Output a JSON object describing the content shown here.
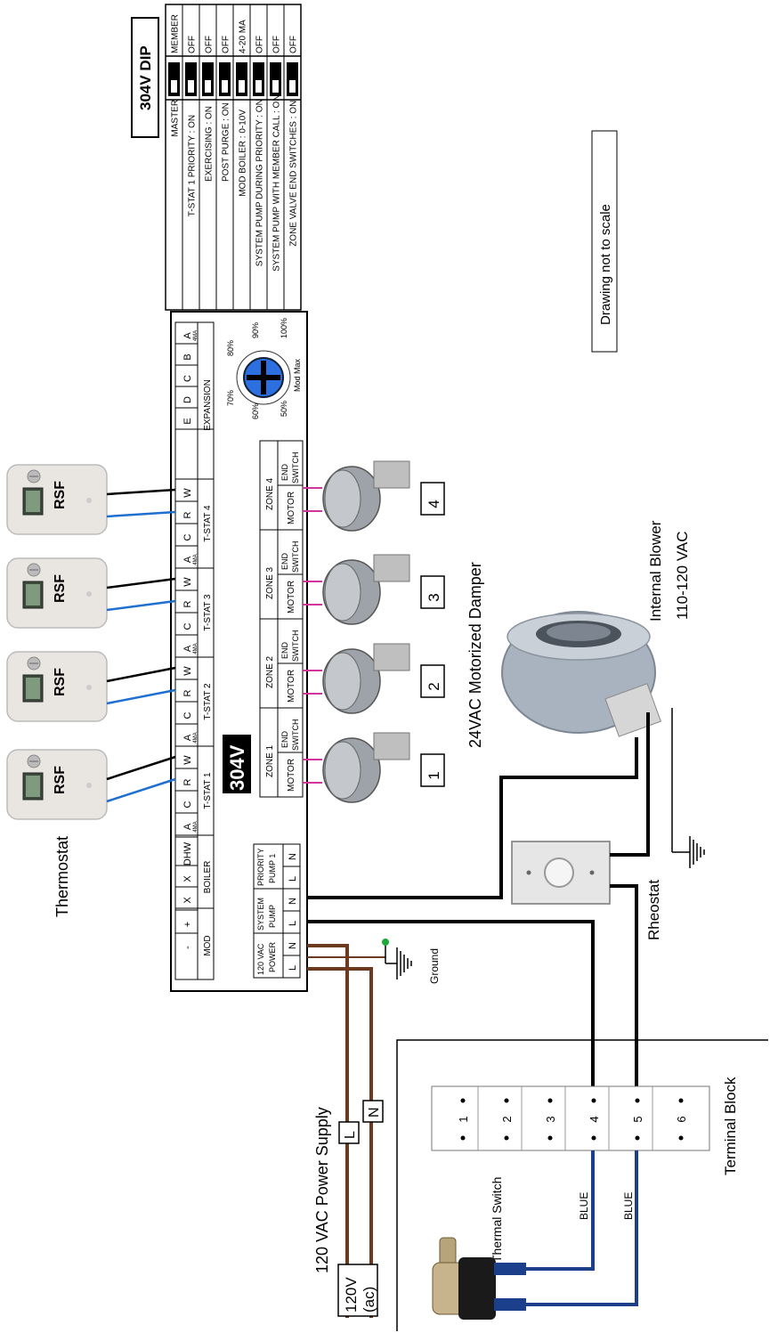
{
  "controller": {
    "model": "304V",
    "terminals": {
      "mod": {
        "pins": [
          "-",
          "+"
        ],
        "label": "MOD"
      },
      "boiler": {
        "pins": [
          "X",
          "X"
        ],
        "dhw": "DHW",
        "label": "BOILER"
      },
      "tstats": [
        {
          "pins": [
            "A",
            "C",
            "R",
            "W"
          ],
          "label": "T-STAT 1"
        },
        {
          "pins": [
            "A",
            "C",
            "R",
            "W"
          ],
          "label": "T-STAT 2"
        },
        {
          "pins": [
            "A",
            "C",
            "R",
            "W"
          ],
          "label": "T-STAT 3"
        },
        {
          "pins": [
            "A",
            "C",
            "R",
            "W"
          ],
          "label": "T-STAT 4"
        }
      ],
      "pin_sublabel": "4MA",
      "expansion": {
        "pins": [
          "A",
          "B",
          "C",
          "D",
          "E"
        ],
        "label": "EXPANSION"
      },
      "power": {
        "label1": "120 VAC",
        "label2": "POWER",
        "pins": [
          "L",
          "N"
        ]
      },
      "system_pump": {
        "label1": "SYSTEM",
        "label2": "PUMP",
        "pins": [
          "L",
          "N"
        ]
      },
      "priority_pump": {
        "label1": "PRIORITY",
        "label2": "PUMP 1",
        "pins": [
          "L",
          "N"
        ]
      },
      "zones": [
        {
          "label": "ZONE 1",
          "motor": "MOTOR",
          "end1": "END",
          "end2": "SWITCH"
        },
        {
          "label": "ZONE 2",
          "motor": "MOTOR",
          "end1": "END",
          "end2": "SWITCH"
        },
        {
          "label": "ZONE 3",
          "motor": "MOTOR",
          "end1": "END",
          "end2": "SWITCH"
        },
        {
          "label": "ZONE 4",
          "motor": "MOTOR",
          "end1": "END",
          "end2": "SWITCH"
        }
      ]
    },
    "dial": {
      "ticks": [
        "50%",
        "60%",
        "70%",
        "80%",
        "90%",
        "100%"
      ],
      "label": "Mod Max"
    }
  },
  "dip": {
    "title": "304V DIP",
    "rows": [
      {
        "on": "MASTER",
        "off": "MEMBER"
      },
      {
        "on": "T-STAT 1 PRIORITY : ON",
        "off": "OFF"
      },
      {
        "on": "EXERCISING : ON",
        "off": "OFF"
      },
      {
        "on": "POST PURGE : ON",
        "off": "OFF"
      },
      {
        "on": "MOD BOILER : 0-10V",
        "off": "4-20 MA"
      },
      {
        "on": "SYSTEM PUMP DURING PRIORITY : ON",
        "off": "OFF"
      },
      {
        "on": "SYSTEM PUMP WITH MEMBER CALL : ON",
        "off": "OFF"
      },
      {
        "on": "ZONE VALVE END SWITCHES : ON",
        "off": "OFF"
      }
    ]
  },
  "labels": {
    "thermostat": "Thermostat",
    "thermostat_brand": "RSF",
    "damper": "24VAC Motorized Damper",
    "damper_numbers": [
      "1",
      "2",
      "3",
      "4"
    ],
    "blower1": "Internal Blower",
    "blower2": "110-120 VAC",
    "rheostat": "Rheostat",
    "ground": "Ground",
    "not_to_scale": "Drawing not to scale",
    "supply": "120 VAC Power Supply",
    "supply_l": "L",
    "supply_n": "N",
    "supply_box1": "120V",
    "supply_box2": "(ac)",
    "terminal_block": "Terminal Block",
    "terminal_numbers": [
      "1",
      "2",
      "3",
      "4",
      "5",
      "6"
    ],
    "thermal_switch": "Thermal Switch",
    "blue1": "BLUE",
    "blue2": "BLUE"
  },
  "colors": {
    "wire_black": "#000000",
    "wire_blue": "#1f6fd1",
    "wire_brown": "#6b3a1f",
    "wire_lead_blue": "#1c3f8c",
    "wire_pink": "#d0359b",
    "dial_blue": "#2b6fe0",
    "ground_green": "#1fa83a"
  }
}
